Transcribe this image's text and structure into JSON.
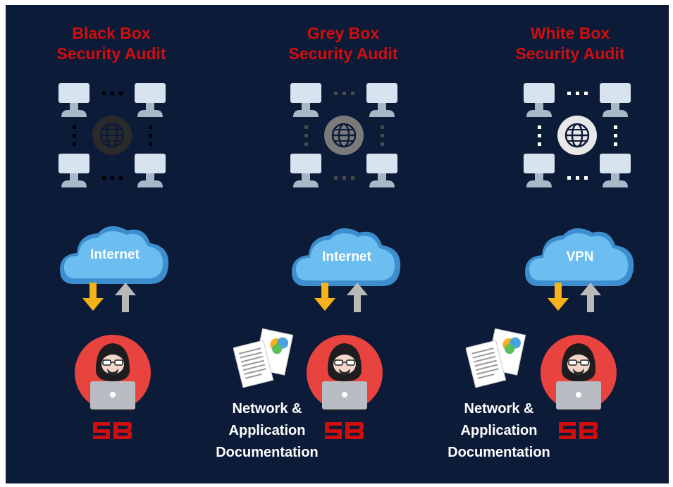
{
  "colors": {
    "background": "#0c1b38",
    "title_red": "#d10e0e",
    "black_box_globe": "#2a2a2a",
    "grey_box_globe": "#7a7a7a",
    "white_box_globe": "#e8e8e8",
    "cloud_blue": "#5aaee3",
    "arrow_down": "#f5b21b",
    "arrow_up": "#b9b9b9",
    "hacker_circle": "#e8433e",
    "logo_red": "#d10e0e"
  },
  "columns": [
    {
      "title_line1": "Black Box",
      "title_line2": "Security Audit",
      "cloud_label": "Internet",
      "has_docs": false
    },
    {
      "title_line1": "Grey Box",
      "title_line2": "Security Audit",
      "cloud_label": "Internet",
      "has_docs": true,
      "doc_line1": "Network &",
      "doc_line2": "Application",
      "doc_line3": "Documentation"
    },
    {
      "title_line1": "White Box",
      "title_line2": "Security Audit",
      "cloud_label": "VPN",
      "has_docs": true,
      "doc_line1": "Network &",
      "doc_line2": "Application",
      "doc_line3": "Documentation"
    }
  ],
  "icons": {
    "network": "network-computers-icon",
    "globe": "globe-icon",
    "cloud": "cloud-icon",
    "download": "arrow-down-icon",
    "upload": "arrow-up-icon",
    "hacker": "hacker-icon",
    "documents": "documents-icon",
    "logo": "sb-logo"
  },
  "logo_text": "SB"
}
